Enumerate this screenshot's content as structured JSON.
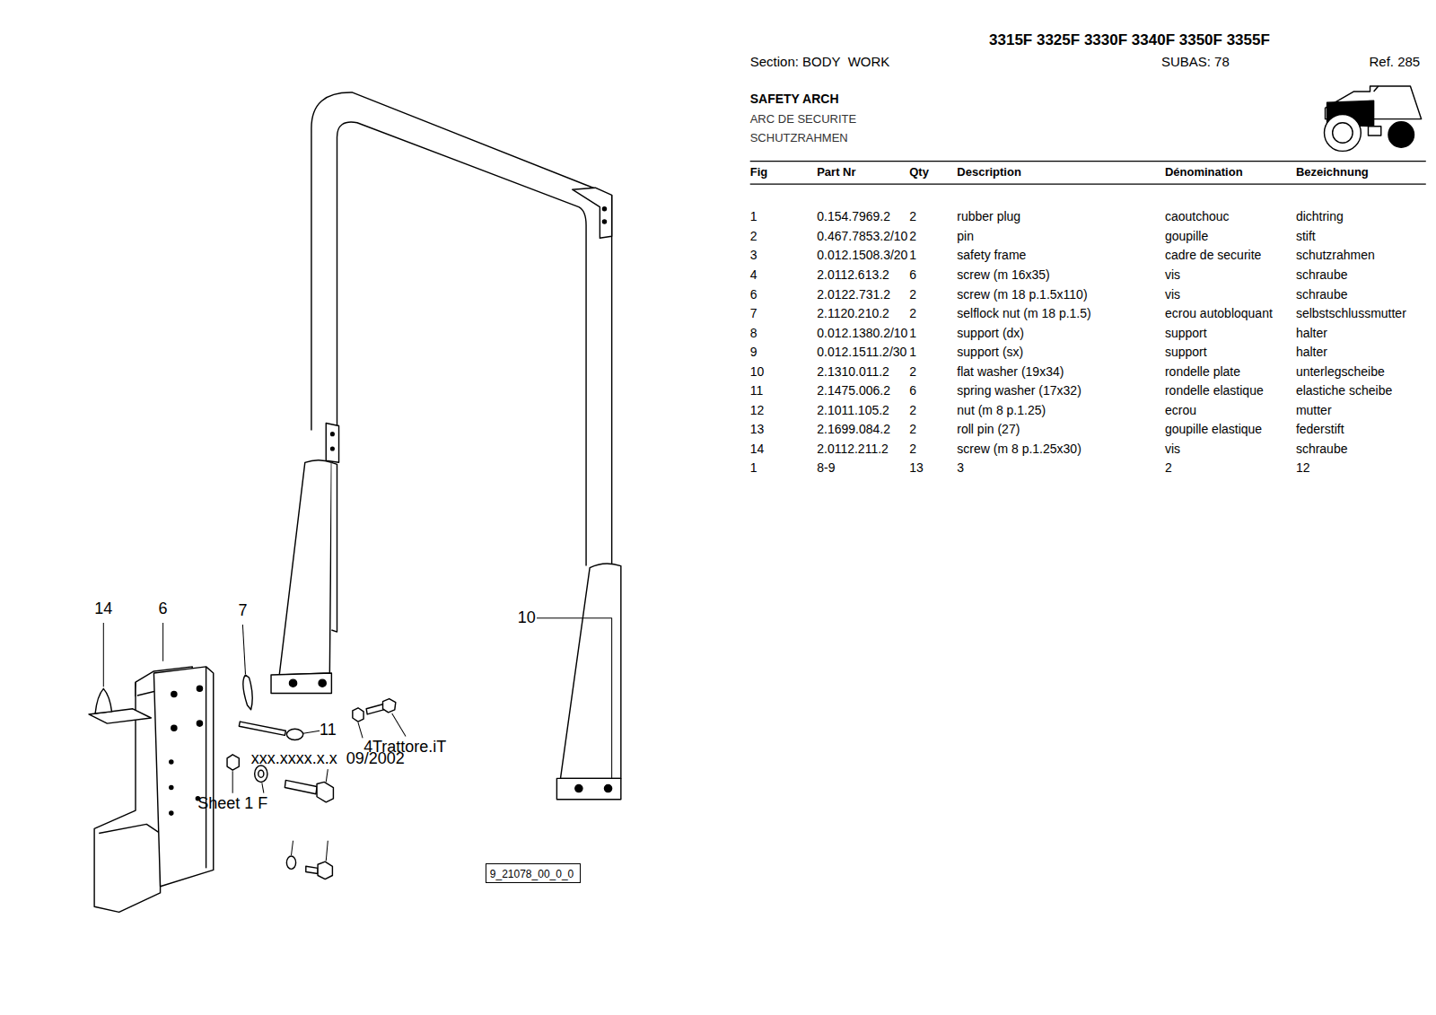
{
  "diagram": {
    "title": "SAFETY ARCH",
    "nodes": [
      {
        "text": [
          "9_21078_00_0_0"
        ]
      }
    ],
    "labels": [
      "3315F 3325F 3330F 3340F 3350F 3355F",
      "Section: BODY  WORK",
      "SUBAS: 78",
      "Ref. 285",
      "ARC DE SECURITE",
      "SCHUTZRAHMEN",
      "Fig",
      "Part Nr",
      "Qty",
      "Description",
      "Dénomination",
      "Bezeichnung",
      "1",
      "0.154.7969.2",
      "2",
      "rubber plug",
      "caoutchouc",
      "dichtring",
      "2",
      "0.467.7853.2/10",
      "2",
      "pin",
      "goupille",
      "stift",
      "3",
      "0.012.1508.3/20",
      "1",
      "safety frame",
      "cadre de securite",
      "schutzrahmen",
      "4",
      "2.0112.613.2",
      "6",
      "screw (m 16x35)",
      "vis",
      "schraube",
      "6",
      "2.0122.731.2",
      "2",
      "screw (m 18 p.1.5x110)",
      "vis",
      "schraube",
      "7",
      "2.1120.210.2",
      "2",
      "selflock nut (m 18 p.1.5)",
      "ecrou autobloquant",
      "selbstschlussmutter",
      "8",
      "0.012.1380.2/10",
      "1",
      "support (dx)",
      "support",
      "halter",
      "9",
      "0.012.1511.2/30",
      "1",
      "support (sx)",
      "support",
      "halter",
      "10",
      "2.1310.011.2",
      "2",
      "flat washer (19x34)",
      "rondelle plate",
      "unterlegscheibe",
      "11",
      "2.1475.006.2",
      "6",
      "spring washer (17x32)",
      "rondelle elastique",
      "elastiche scheibe",
      "12",
      "2.1011.105.2",
      "2",
      "nut (m 8 p.1.25)",
      "ecrou",
      "mutter",
      "13",
      "2.1699.084.2",
      "2",
      "roll pin (27)",
      "goupille elastique",
      "federstift",
      "14",
      "2.0112.211.2",
      "2",
      "screw (m 8 p.1.25x30)",
      "vis",
      "schraube",
      "1",
      "8-9",
      "13",
      "3",
      "2",
      "12",
      "14",
      "6",
      "7",
      "10",
      "11",
      "4",
      "Trattore.iT",
      "xxx.xxxx.x.x  09/2002",
      "Sheet 1 F"
    ]
  }
}
